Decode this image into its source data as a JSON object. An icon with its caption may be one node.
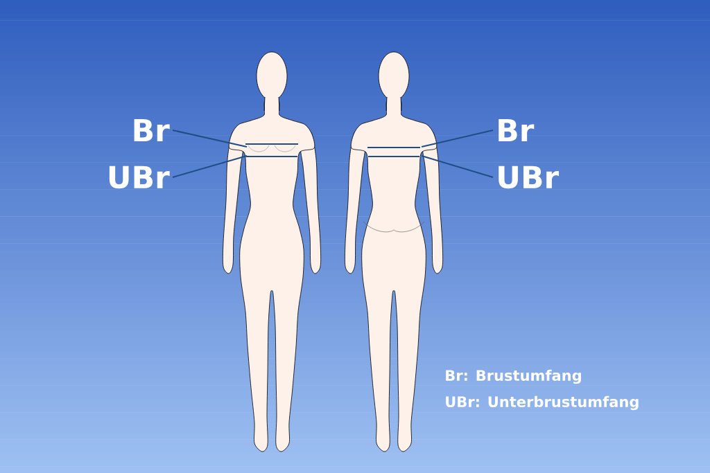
{
  "diagram": {
    "nodes": [
      {
        "text": [
          "Br"
        ]
      },
      {
        "text": [
          "UBr"
        ]
      },
      {
        "text": [
          "Br"
        ]
      },
      {
        "text": [
          "UBr"
        ]
      }
    ],
    "edges": [
      {
        "from": 0,
        "to": null,
        "arrow": "none"
      },
      {
        "from": 1,
        "to": null,
        "arrow": "none"
      },
      {
        "from": 2,
        "to": null,
        "arrow": "none"
      },
      {
        "from": 3,
        "to": null,
        "arrow": "none"
      }
    ],
    "labels": [
      "Br: Brustumfang",
      "UBr: Unterbrustumfang"
    ]
  }
}
